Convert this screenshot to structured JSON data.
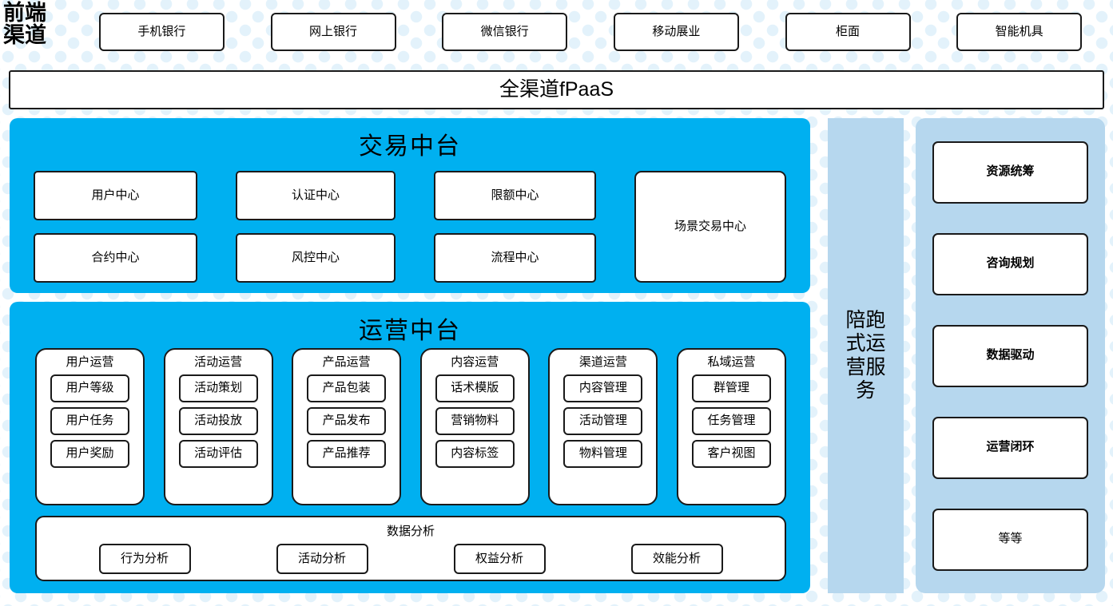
{
  "diagram": {
    "colors": {
      "cyan_panel": "#00B0F0",
      "light_blue_panel": "#b6d7ee",
      "box_border": "#1a1a1a",
      "box_fill": "#ffffff",
      "background_dot": "#e3f2fb"
    },
    "frontend": {
      "label": "前端渠道",
      "channels": [
        {
          "label": "手机银行"
        },
        {
          "label": "网上银行"
        },
        {
          "label": "微信银行"
        },
        {
          "label": "移动展业"
        },
        {
          "label": "柜面"
        },
        {
          "label": "智能机具"
        }
      ]
    },
    "fpaas": {
      "label": "全渠道fPaaS"
    },
    "trade_platform": {
      "title": "交易中台",
      "boxes": [
        {
          "label": "用户中心"
        },
        {
          "label": "认证中心"
        },
        {
          "label": "限额中心"
        },
        {
          "label": "合约中心"
        },
        {
          "label": "风控中心"
        },
        {
          "label": "流程中心"
        }
      ],
      "tall_box": {
        "label": "场景交易中心"
      }
    },
    "ops_platform": {
      "title": "运营中台",
      "columns": [
        {
          "title": "用户运营",
          "items": [
            "用户等级",
            "用户任务",
            "用户奖励"
          ]
        },
        {
          "title": "活动运营",
          "items": [
            "活动策划",
            "活动投放",
            "活动评估"
          ]
        },
        {
          "title": "产品运营",
          "items": [
            "产品包装",
            "产品发布",
            "产品推荐"
          ]
        },
        {
          "title": "内容运营",
          "items": [
            "话术模版",
            "营销物料",
            "内容标签"
          ]
        },
        {
          "title": "渠道运营",
          "items": [
            "内容管理",
            "活动管理",
            "物料管理"
          ]
        },
        {
          "title": "私域运营",
          "items": [
            "群管理",
            "任务管理",
            "客户视图"
          ]
        }
      ],
      "data_analysis": {
        "title": "数据分析",
        "items": [
          "行为分析",
          "活动分析",
          "权益分析",
          "效能分析"
        ]
      }
    },
    "accompany_service": {
      "label": "陪跑式运营服务"
    },
    "service_panel": {
      "items": [
        {
          "label": "资源统筹",
          "bold": true
        },
        {
          "label": "咨询规划",
          "bold": true
        },
        {
          "label": "数据驱动",
          "bold": true
        },
        {
          "label": "运营闭环",
          "bold": true
        },
        {
          "label": "等等",
          "bold": false
        }
      ]
    }
  }
}
